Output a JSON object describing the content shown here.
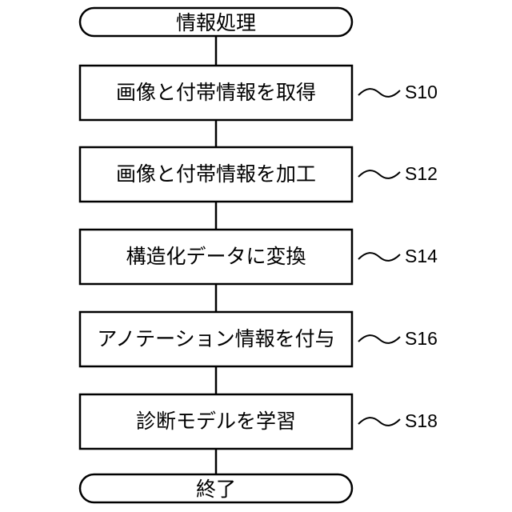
{
  "flowchart": {
    "start": {
      "label": "情報処理"
    },
    "steps": [
      {
        "label": "画像と付帯情報を取得",
        "step_id": "S10"
      },
      {
        "label": "画像と付帯情報を加工",
        "step_id": "S12"
      },
      {
        "label": "構造化データに変換",
        "step_id": "S14"
      },
      {
        "label": "アノテーション情報を付与",
        "step_id": "S16"
      },
      {
        "label": "診断モデルを学習",
        "step_id": "S18"
      }
    ],
    "end": {
      "label": "終了"
    }
  }
}
